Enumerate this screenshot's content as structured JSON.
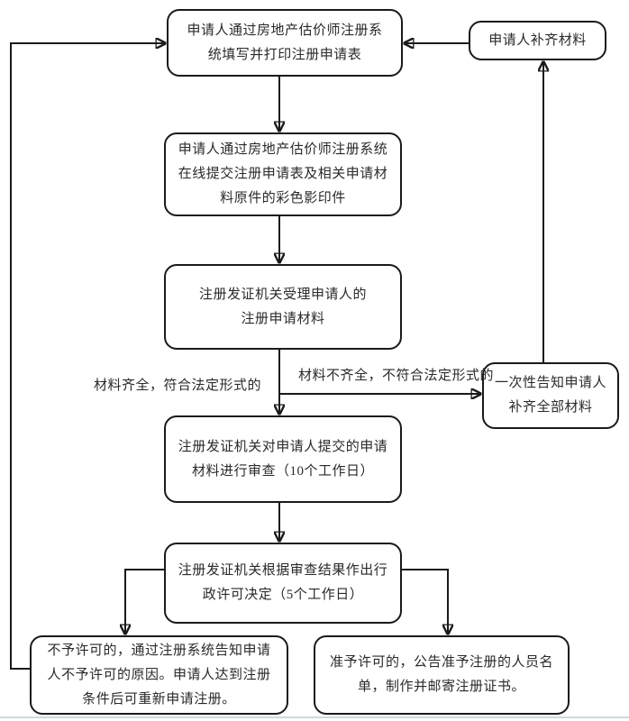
{
  "colors": {
    "background": "#ffffff",
    "line": "#1a1a1a",
    "text": "#2a2a2a",
    "page_edge": "#cfd8de"
  },
  "nodes": {
    "fill_print_form": {
      "text": "申请人通过房地产估价师注册系\n统填写并打印注册申请表"
    },
    "applicant_supplements_materials": {
      "text": "申请人补齐材料"
    },
    "submit_online": {
      "text": "申请人通过房地产估价师注册系统\n在线提交注册申请表及相关申请材\n料原件的彩色影印件"
    },
    "authority_accepts_materials": {
      "text": "注册发证机关受理申请人的\n注册申请材料"
    },
    "one_time_notice": {
      "text": "一次性告知申请人\n补齐全部材料"
    },
    "review_materials": {
      "text": "注册发证机关对申请人提交的申请\n材料进行审查（10个工作日）"
    },
    "licensing_decision": {
      "text": "注册发证机关根据审查结果作出行\n政许可决定（5个工作日）"
    },
    "not_permitted": {
      "text": "不予许可的，通过注册系统告知申请\n人不予许可的原因。申请人达到注册\n条件后可重新申请注册。"
    },
    "permitted": {
      "text": "准予许可的，公告准予注册的人员名\n单，制作并邮寄注册证书。"
    }
  },
  "edge_labels": {
    "materials_complete": "材料齐全，符合法定形式的",
    "materials_incomplete": "材料不齐全，不符合法定形式的"
  }
}
